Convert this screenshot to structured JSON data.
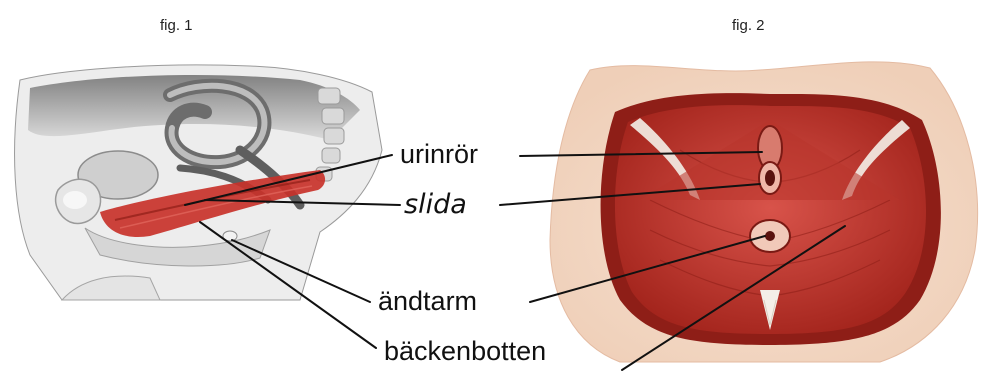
{
  "figures": {
    "fig1": {
      "caption": "fig. 1"
    },
    "fig2": {
      "caption": "fig. 2"
    }
  },
  "labels": {
    "urethra": "urinrör",
    "vagina": "slida",
    "rectum": "ändtarm",
    "pelvic_floor": "bäckenbotten"
  },
  "colors": {
    "muscle": "#c8322a",
    "muscle_dark": "#8e1e17",
    "skin": "#f3d8c4",
    "gray_tissue": "#8a8a8a",
    "leader_line": "#111111"
  }
}
